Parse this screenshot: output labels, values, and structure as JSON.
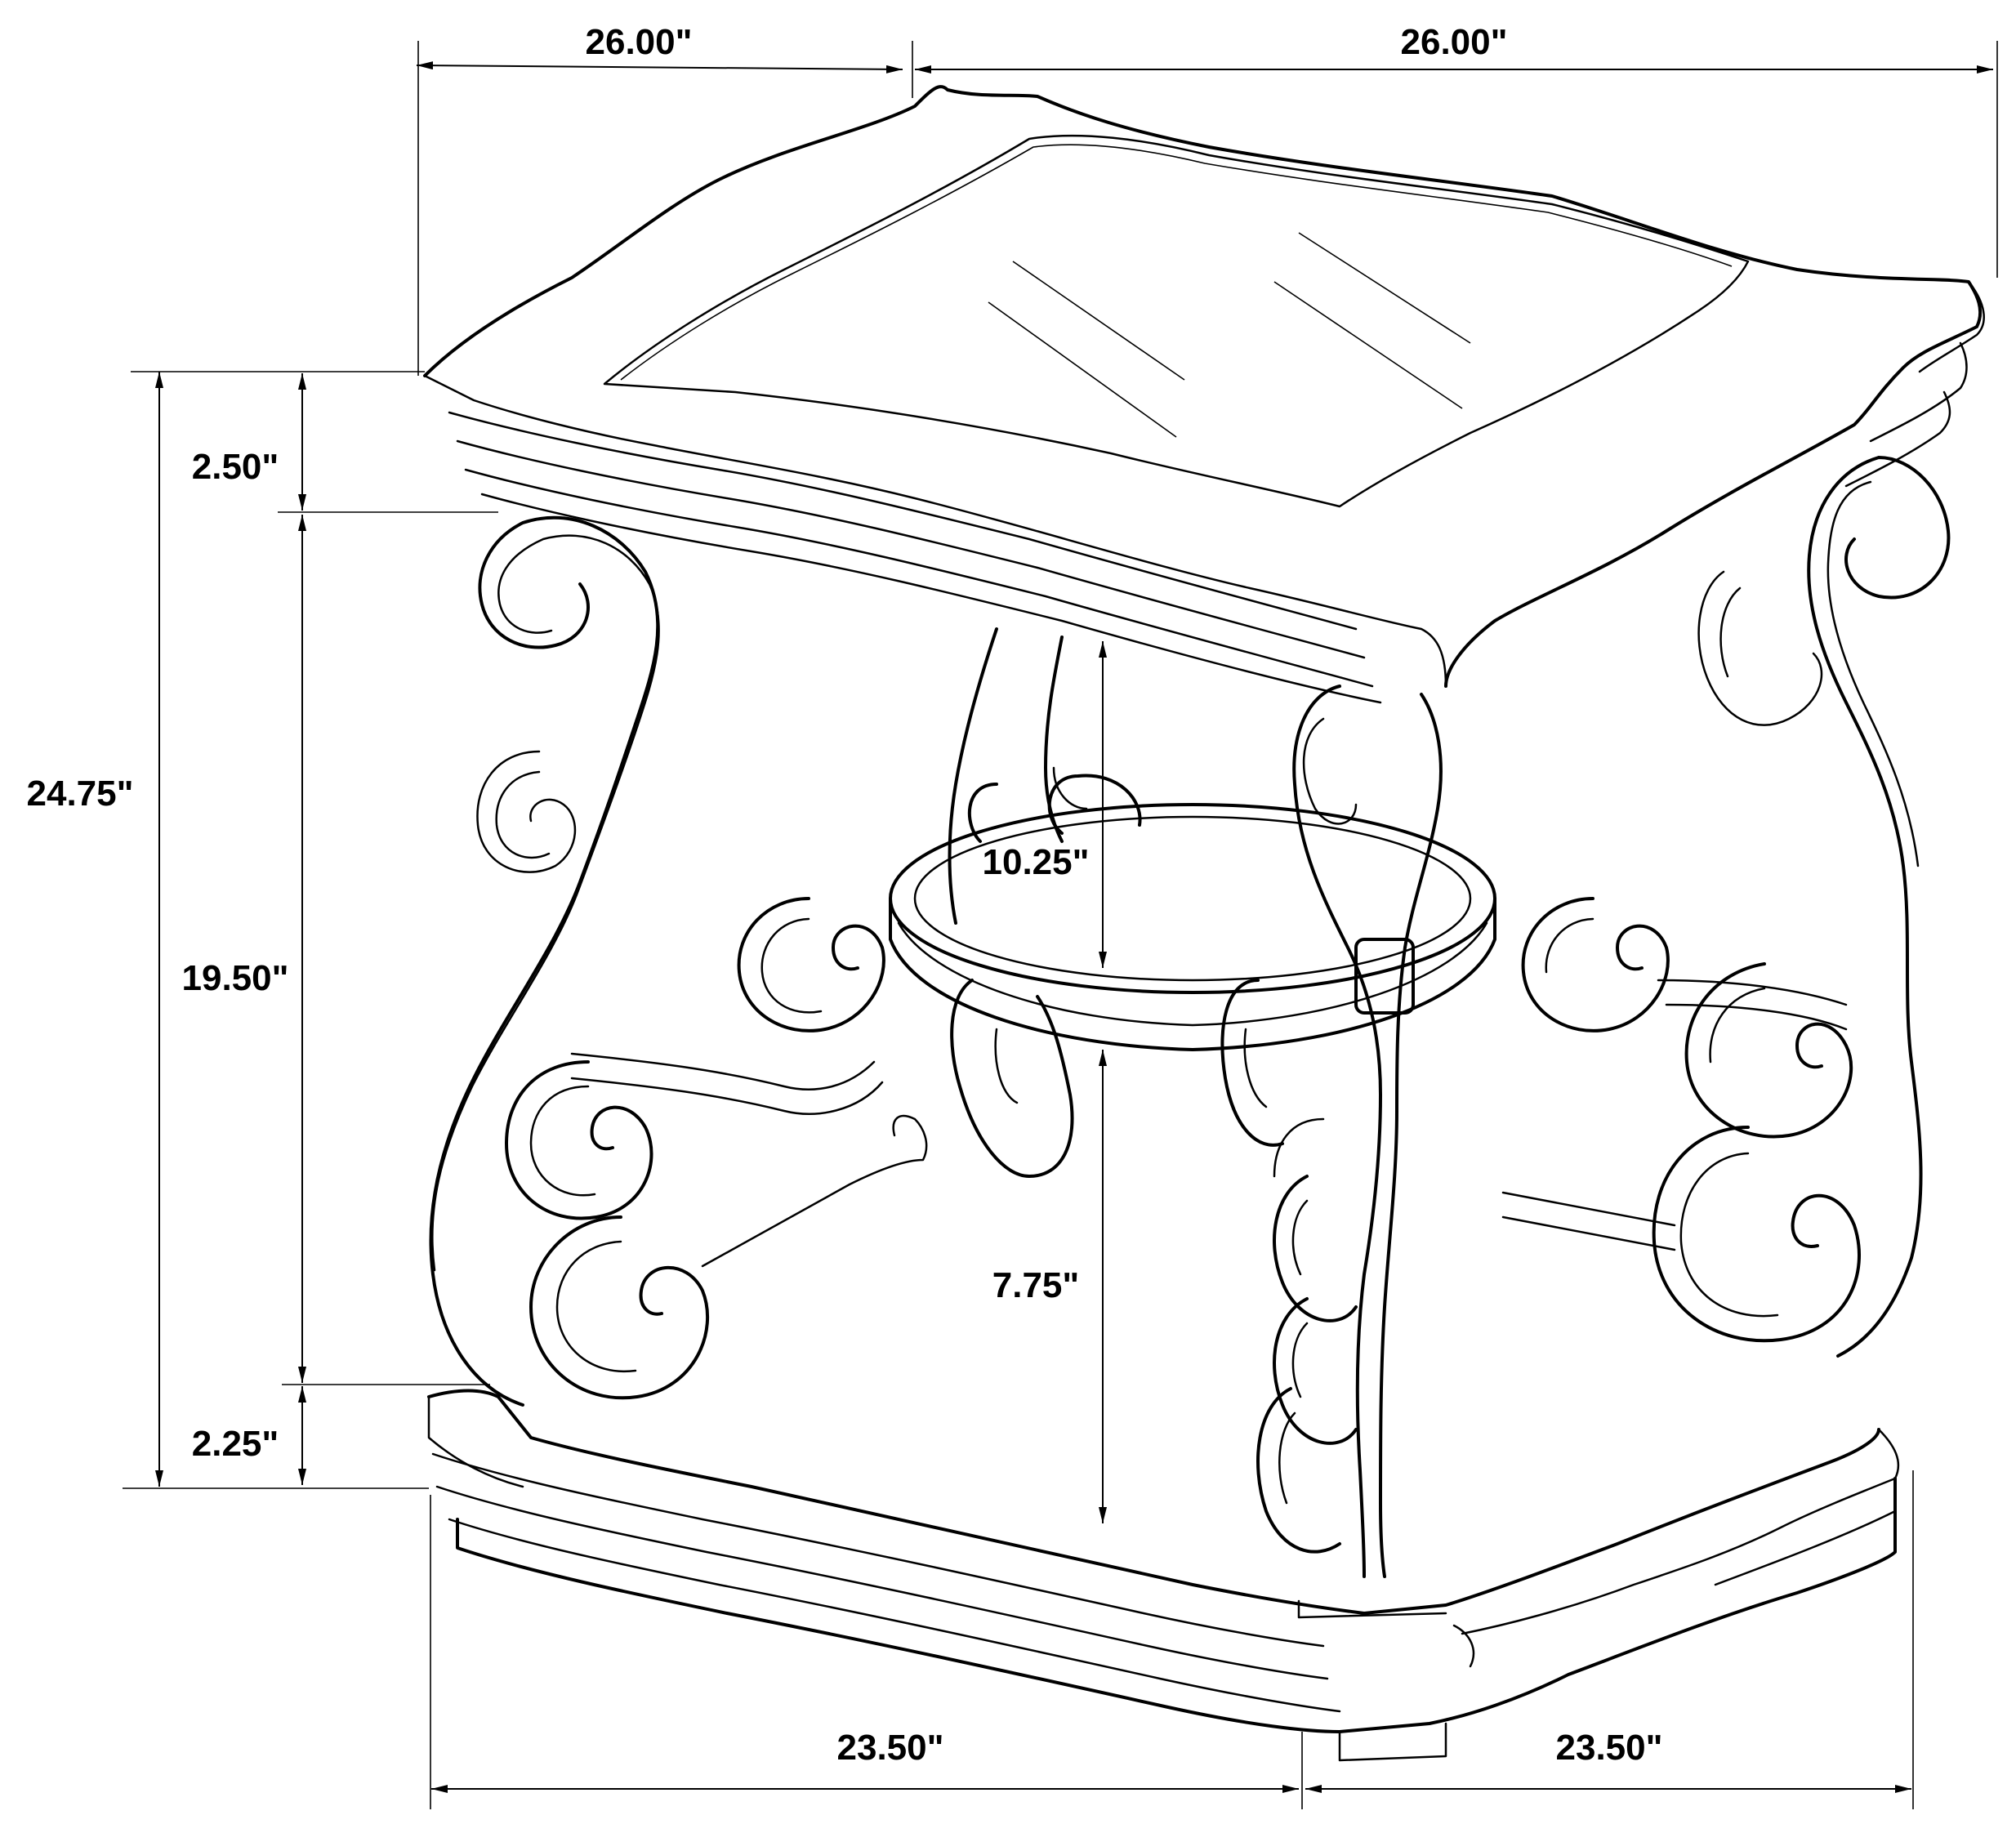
{
  "dimensions": {
    "top_left_width": "26.00\"",
    "top_right_width": "26.00\"",
    "overall_height": "24.75\"",
    "top_thickness": "2.50\"",
    "leg_height": "19.50\"",
    "base_thickness": "2.25\"",
    "upper_clearance": "10.25\"",
    "lower_clearance": "7.75\"",
    "base_left_width": "23.50\"",
    "base_right_width": "23.50\""
  },
  "colors": {
    "ink": "#000000",
    "paper": "#ffffff"
  }
}
